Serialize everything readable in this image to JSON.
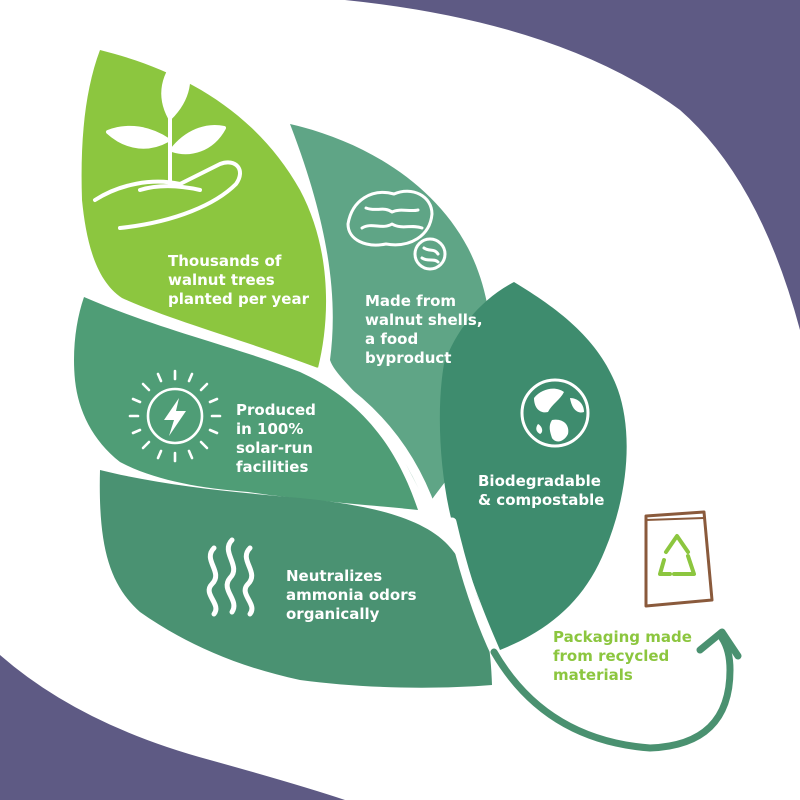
{
  "colors": {
    "background": "#ffffff",
    "corner": "#5e5a84",
    "leaf_lime": "#8cc63f",
    "leaf_mid": "#5fa586",
    "leaf_green": "#4f9d76",
    "leaf_dark": "#3e8c6e",
    "arrow": "#4a9170",
    "bag": "#8a5a3c",
    "label_text": "#ffffff",
    "packaging_text": "#8cc63f"
  },
  "features": [
    {
      "id": "trees",
      "icon": "hand-sprout-icon",
      "lines": [
        "Thousands of",
        "walnut trees",
        "planted per year"
      ]
    },
    {
      "id": "shells",
      "icon": "walnut-icon",
      "lines": [
        "Made from",
        "walnut shells,",
        "a food",
        "byproduct"
      ]
    },
    {
      "id": "solar",
      "icon": "sun-bolt-icon",
      "lines": [
        "Produced",
        "in 100%",
        "solar-run",
        "facilities"
      ]
    },
    {
      "id": "bio",
      "icon": "globe-icon",
      "lines": [
        "Biodegradable",
        "& compostable"
      ]
    },
    {
      "id": "odor",
      "icon": "odor-waves-icon",
      "lines": [
        "Neutralizes",
        "ammonia odors",
        "organically"
      ]
    },
    {
      "id": "pack",
      "icon": "recycle-bag-icon",
      "lines": [
        "Packaging made",
        "from recycled",
        "materials"
      ]
    }
  ]
}
